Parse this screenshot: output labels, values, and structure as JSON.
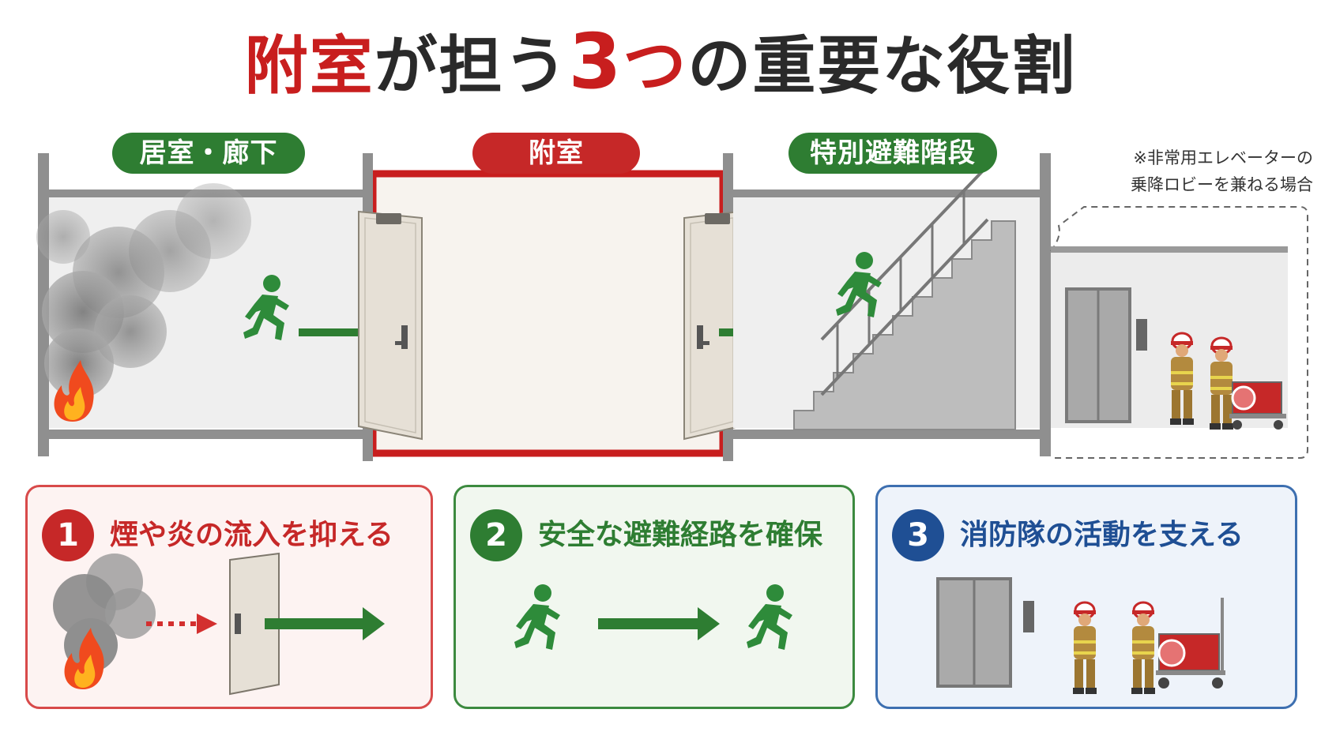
{
  "title": {
    "part1": "附室",
    "part2": "が担う",
    "part3": "3",
    "part4": "つ",
    "part5": "の重要な役割"
  },
  "zones": {
    "left": "居室・廊下",
    "center": "附室",
    "right": "特別避難階段"
  },
  "note": {
    "line1": "※非常用エレベーターの",
    "line2": "乗降ロビーを兼ねる場合"
  },
  "roles": [
    {
      "number": "1",
      "text": "煙や炎の流入を抑える"
    },
    {
      "number": "2",
      "text": "安全な避難経路を確保"
    },
    {
      "number": "3",
      "text": "消防隊の活動を支える"
    }
  ],
  "colors": {
    "accent_red": "#c62828",
    "accent_green": "#2e7d32",
    "accent_blue": "#1f4f94",
    "wall_gray": "#8f8f8f"
  },
  "icons": [
    "running-person-icon",
    "fire-icon",
    "smoke-icon",
    "door-icon",
    "elevator-icon",
    "firefighter-icon",
    "fire-hose-cart-icon",
    "stairs-icon",
    "arrow-icon"
  ]
}
